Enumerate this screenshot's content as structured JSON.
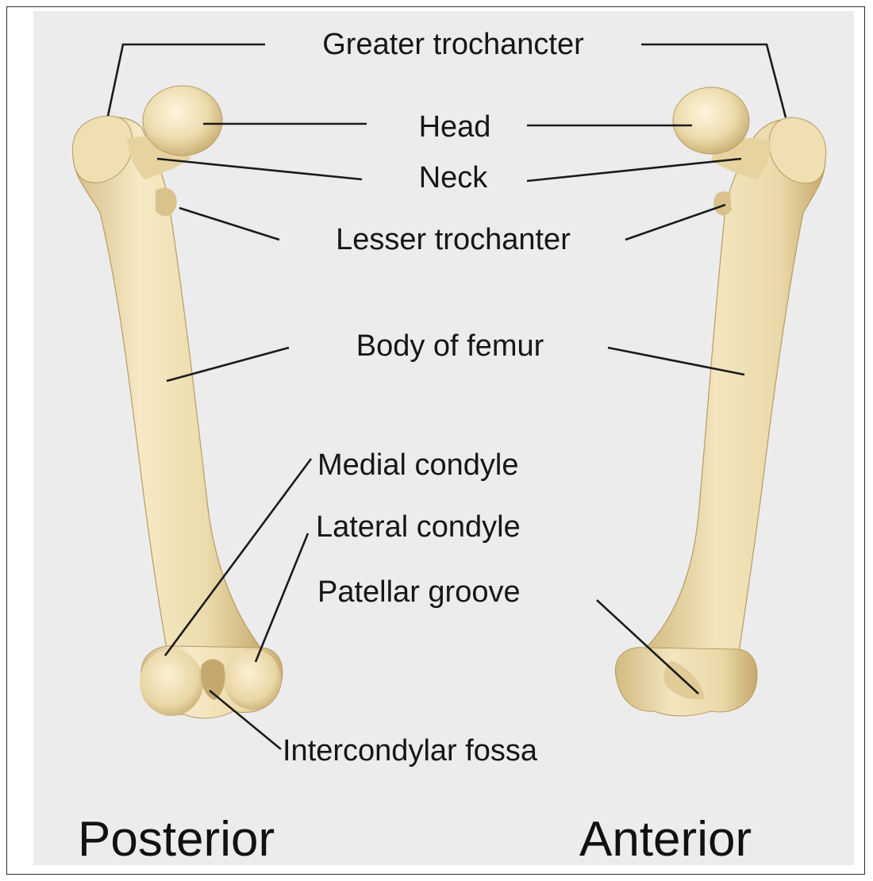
{
  "labels": {
    "greater_trochanter": "Greater trochancter",
    "head": "Head",
    "neck": "Neck",
    "lesser_trochanter": "Lesser trochanter",
    "body_of_femur": "Body of femur",
    "medial_condyle": "Medial condyle",
    "lateral_condyle": "Lateral condyle",
    "patellar_groove": "Patellar groove",
    "intercondylar_fossa": "Intercondylar fossa"
  },
  "views": {
    "left": "Posterior",
    "right": "Anterior"
  },
  "colors": {
    "bone": "#efe0b4",
    "bone_shadow": "#cdb57c",
    "background": "#ececec",
    "text": "#161616"
  }
}
